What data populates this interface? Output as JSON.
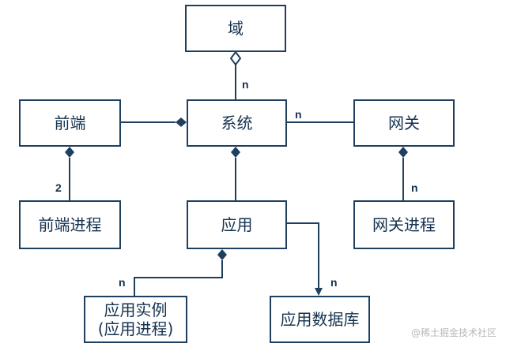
{
  "diagram": {
    "nodes": {
      "domain": "域",
      "system": "系统",
      "frontend": "前端",
      "gateway": "网关",
      "frontend_process": "前端进程",
      "application": "应用",
      "gateway_process": "网关进程",
      "app_instance_line1": "应用实例",
      "app_instance_line2": "(应用进程)",
      "app_database": "应用数据库"
    },
    "multiplicities": {
      "system_domain": "n",
      "system_gateway": "n",
      "frontend_process": "2",
      "gateway_process": "n",
      "app_instance": "n",
      "app_database": "n"
    }
  },
  "watermark": "@稀土掘金技术社区",
  "colors": {
    "stroke": "#1f3f5f",
    "text": "#16324f"
  }
}
